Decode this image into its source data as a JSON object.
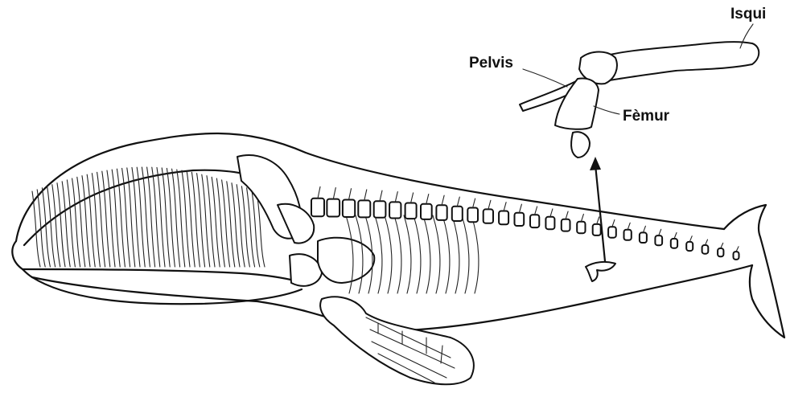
{
  "labels": {
    "isqui": "Isqui",
    "pelvis": "Pelvis",
    "femur": "Fèmur"
  },
  "colors": {
    "ink": "#111111",
    "paper": "#ffffff"
  }
}
